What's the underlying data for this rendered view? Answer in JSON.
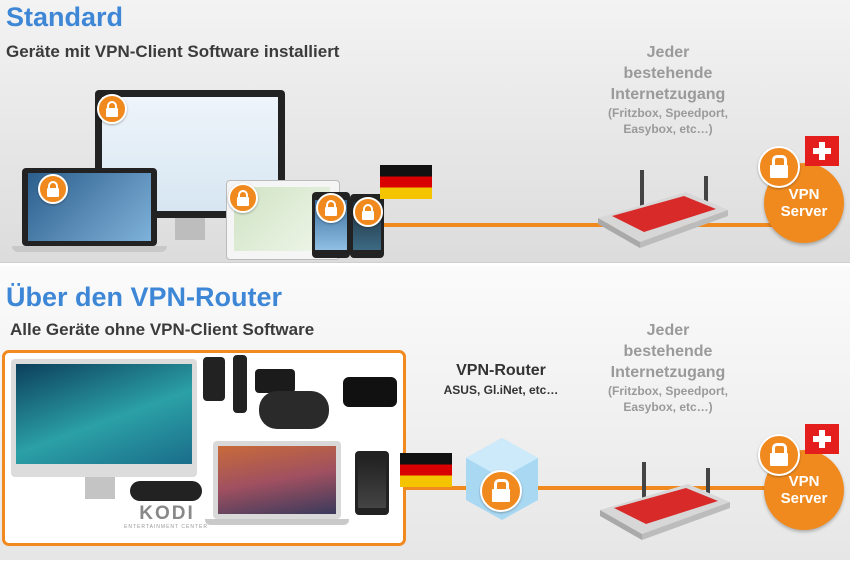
{
  "standard": {
    "title": "Standard",
    "subtitle": "Geräte mit VPN-Client Software installiert",
    "internet_line1": "Jeder",
    "internet_line2": "bestehende",
    "internet_line3": "Internetzugang",
    "internet_sub1": "(Fritzbox, Speedport,",
    "internet_sub2": "Easybox, etc…)",
    "server_line1": "VPN",
    "server_line2": "Server"
  },
  "router": {
    "title": "Über den VPN-Router",
    "subtitle": "Alle Geräte ohne VPN-Client Software",
    "vpn_router_label": "VPN-Router",
    "vpn_router_sub": "ASUS, Gl.iNet, etc…",
    "internet_line1": "Jeder",
    "internet_line2": "bestehende",
    "internet_line3": "Internetzugang",
    "internet_sub1": "(Fritzbox, Speedport,",
    "internet_sub2": "Easybox, etc…)",
    "server_line1": "VPN",
    "server_line2": "Server",
    "kodi_label": "KODI",
    "kodi_sub": "ENTERTAINMENT CENTER"
  },
  "colors": {
    "accent": "#f08a1e",
    "heading": "#3e87d6",
    "swiss_red": "#e41d1d"
  },
  "icons": [
    "lock-icon",
    "germany-flag",
    "swiss-flag",
    "fritzbox-router",
    "vpn-router-device"
  ]
}
